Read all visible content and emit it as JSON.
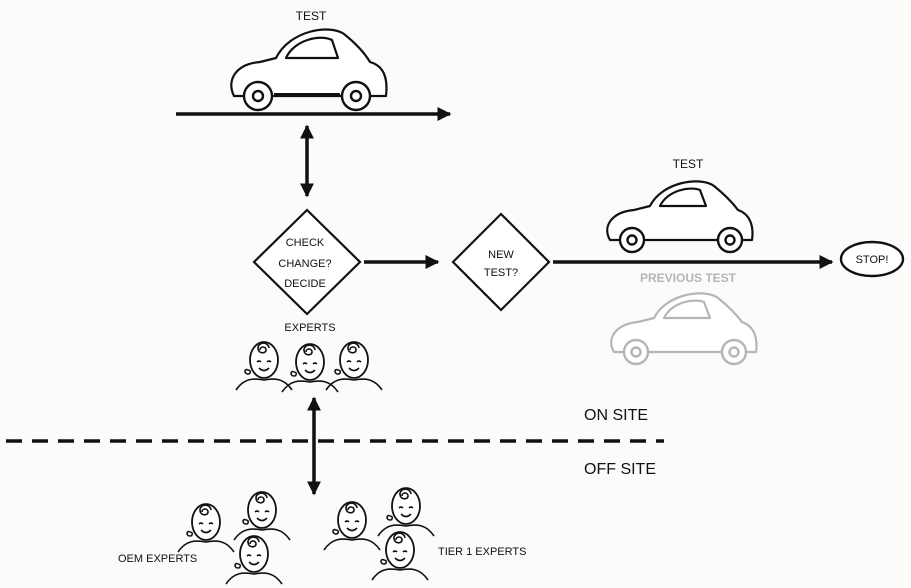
{
  "top_car": {
    "label": "TEST"
  },
  "decision": {
    "line1": "CHECK",
    "line2": "CHANGE?",
    "line3": "DECIDE"
  },
  "new_test": {
    "line1": "NEW",
    "line2": "TEST?"
  },
  "right_car": {
    "label": "TEST"
  },
  "previous_car": {
    "label": "PREVIOUS TEST"
  },
  "stop": {
    "label": "STOP!"
  },
  "experts": {
    "label": "EXPERTS"
  },
  "zones": {
    "on_site": "ON SITE",
    "off_site": "OFF SITE"
  },
  "oem_experts": {
    "label": "OEM EXPERTS"
  },
  "tier1_experts": {
    "label": "TIER 1  EXPERTS"
  },
  "colors": {
    "ink": "#111111",
    "ghost": "#b5b5b5",
    "background": "#fbfbfa"
  }
}
